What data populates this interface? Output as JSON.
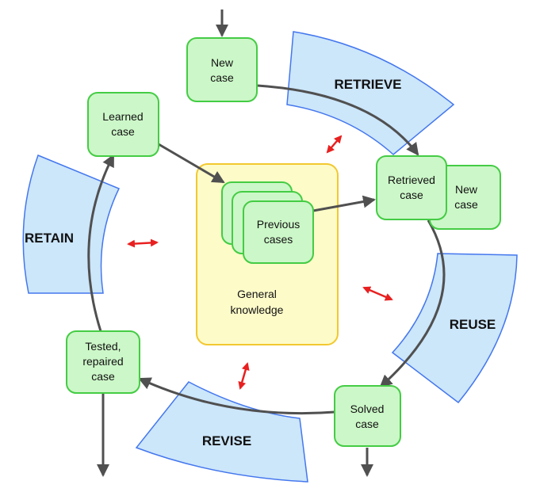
{
  "phases": {
    "retrieve": "RETRIEVE",
    "reuse": "REUSE",
    "revise": "REVISE",
    "retain": "RETAIN"
  },
  "boxes": {
    "new_case": [
      "New",
      "case"
    ],
    "retrieved_case": [
      "Retrieved",
      "case"
    ],
    "new_case_2": [
      "New",
      "case"
    ],
    "solved_case": [
      "Solved",
      "case"
    ],
    "tested_case": [
      "Tested,",
      "repaired",
      "case"
    ],
    "learned_case": [
      "Learned",
      "case"
    ],
    "previous_cases": [
      "Previous",
      "cases"
    ],
    "general_knowledge": [
      "General",
      "knowledge"
    ]
  },
  "colors": {
    "case_fill": "#ccf7c8",
    "case_stroke": "#44cc44",
    "phase_fill": "#cce6fa",
    "phase_stroke": "#4477ee",
    "knowledge_fill": "#fdfbc8",
    "knowledge_stroke": "#f2c830",
    "arrow": "#505050",
    "link": "#e82020"
  }
}
